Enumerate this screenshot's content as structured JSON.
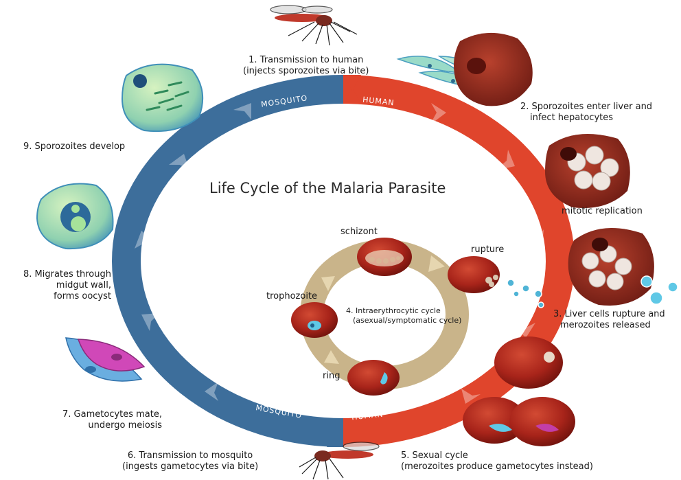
{
  "title": "Life Cycle of the Malaria Parasite",
  "ring": {
    "mosquito_top": "MOSQUITO",
    "human_top": "HUMAN",
    "mosquito_bottom": "MOSQUITO",
    "human_bottom": "HUMAN"
  },
  "steps": {
    "s1": [
      "1. Transmission to human",
      "(injects sporozoites via bite)"
    ],
    "s2": [
      "2. Sporozoites enter liver and",
      "infect hepatocytes"
    ],
    "mitotic": "mitotic replication",
    "s3": [
      "3. Liver cells rupture and",
      "merozoites released"
    ],
    "s4": [
      "4. Intraerythrocytic cycle",
      "(asexual/symptomatic cycle)"
    ],
    "s5": [
      "5. Sexual cycle",
      "(merozoites produce gametocytes instead)"
    ],
    "s6": [
      "6. Transmission to mosquito",
      "(ingests gametocytes via bite)"
    ],
    "s7": [
      "7. Gametocytes mate,",
      "undergo meiosis"
    ],
    "s8": [
      "8. Migrates through",
      "midgut wall,",
      "forms oocyst"
    ],
    "s9": "9. Sporozoites develop"
  },
  "stages": {
    "schizont": "schizont",
    "rupture": "rupture",
    "trophozoite": "trophozoite",
    "ring": "ring"
  },
  "colors": {
    "mosquito_blue": "#3d6e9b",
    "human_red": "#e0452c",
    "inner_tan": "#c9b48a",
    "cell_red": "#a8241a"
  }
}
